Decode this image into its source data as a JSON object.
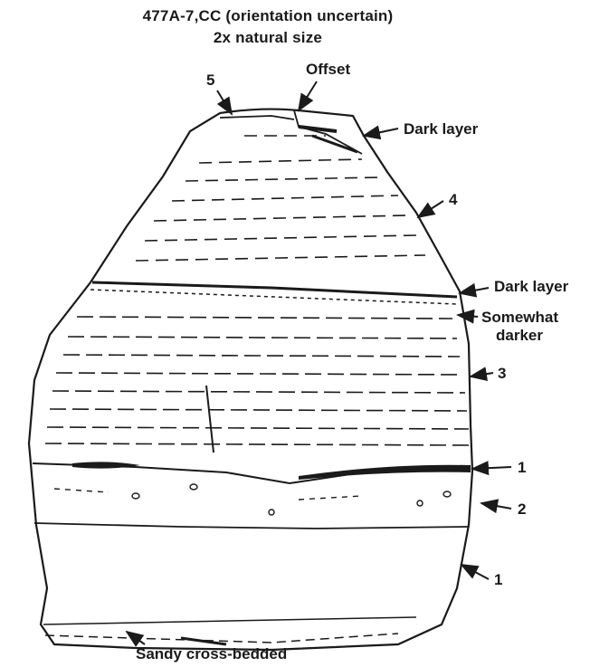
{
  "figure": {
    "title_line1": "477A-7,CC (orientation uncertain)",
    "title_line2": "2x natural size"
  },
  "labels": {
    "offset": "Offset",
    "five": "5",
    "dark_layer_top": "Dark layer",
    "four": "4",
    "dark_layer_mid": "Dark layer",
    "somewhat_darker_1": "Somewhat",
    "somewhat_darker_2": "darker",
    "three": "3",
    "one_upper": "1",
    "two": "2",
    "one_lower": "1",
    "sandy": "Sandy cross-bedded"
  },
  "colors": {
    "ink": "#1a1a1a",
    "paper": "#ffffff"
  }
}
